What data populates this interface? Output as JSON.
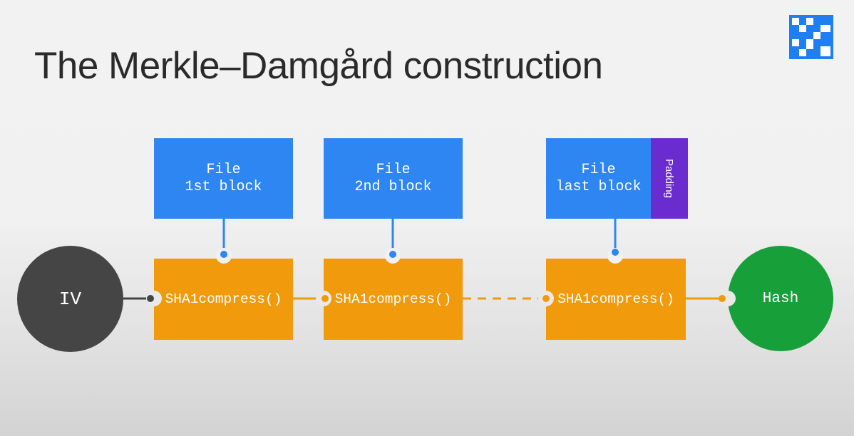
{
  "slide": {
    "title": "The Merkle–Damgård construction"
  },
  "blocks": [
    {
      "line1": "File",
      "line2": "1st block"
    },
    {
      "line1": "File",
      "line2": "2nd block"
    },
    {
      "line1": "File",
      "line2": "last block"
    }
  ],
  "padding_label": "Padding",
  "compress_label": "SHA1compress()",
  "iv_label": "IV",
  "hash_label": "Hash",
  "colors": {
    "file_block": "#2e86f2",
    "padding": "#6a2bcf",
    "compress": "#f09a0c",
    "iv": "#454545",
    "hash": "#17a03a",
    "chain_line": "#f09a0c",
    "input_line": "#2e86f2"
  },
  "logo": {
    "icon": "checkered-logo-icon"
  }
}
